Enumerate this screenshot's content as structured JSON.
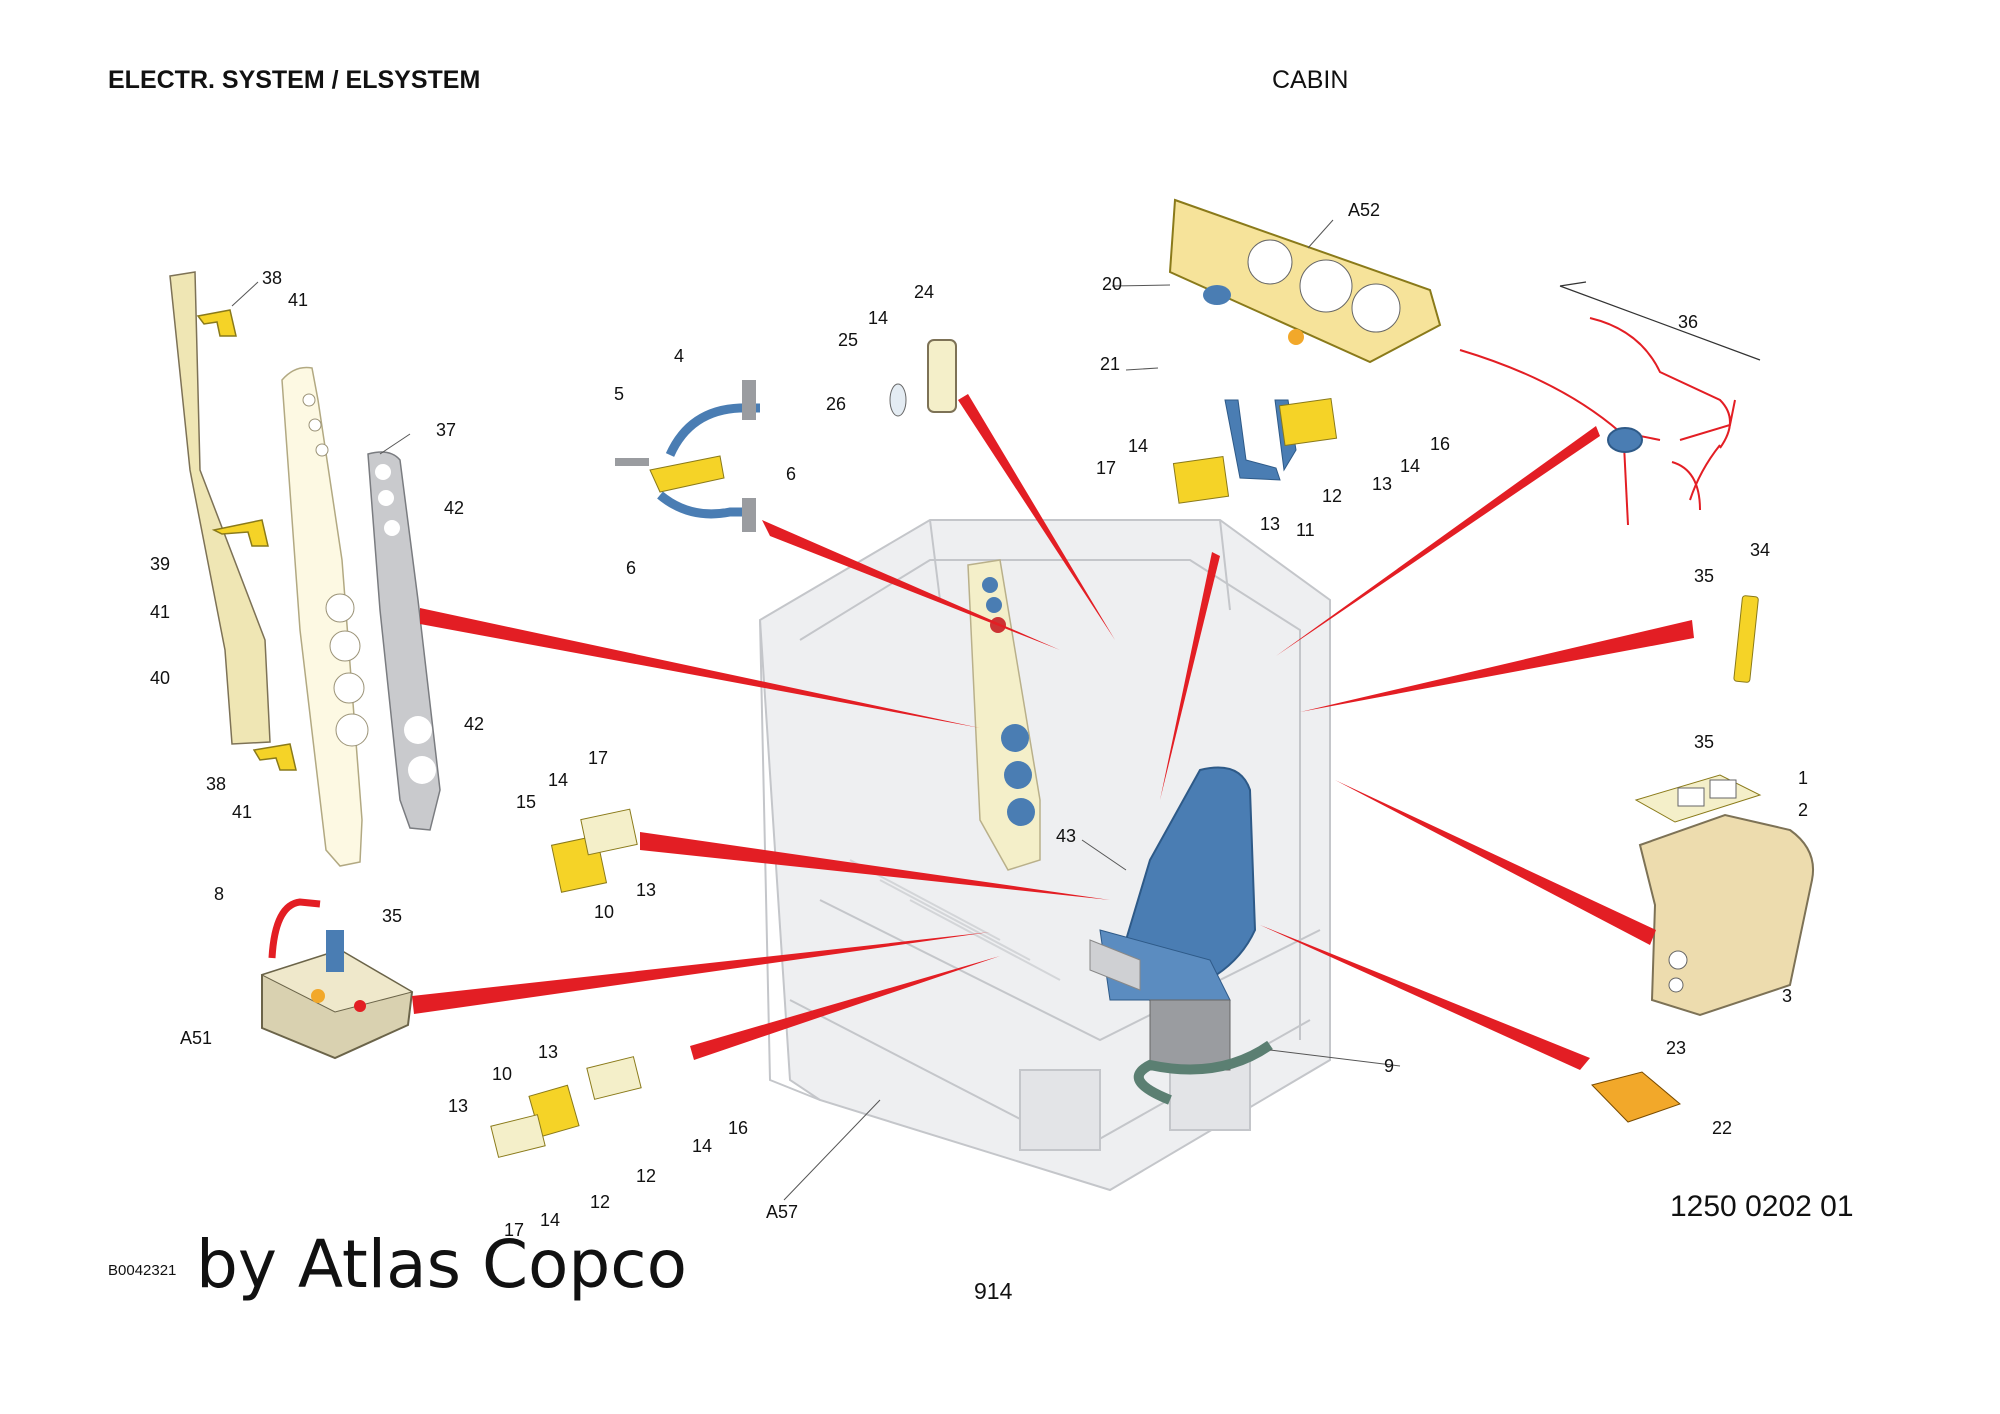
{
  "header": {
    "section_title": "ELECTR. SYSTEM / ELSYSTEM",
    "subsection": "CABIN"
  },
  "footer": {
    "drawing_number": "1250 0202 01",
    "image_code": "B0042321",
    "watermark": "by Atlas Copco",
    "page_number": "914"
  },
  "callouts": [
    "38",
    "41",
    "37",
    "42",
    "39",
    "41",
    "40",
    "42",
    "38",
    "41",
    "35",
    "4",
    "5",
    "6",
    "6",
    "24",
    "14",
    "25",
    "26",
    "A52",
    "20",
    "21",
    "14",
    "17",
    "16",
    "14",
    "12",
    "13",
    "13",
    "11",
    "36",
    "34",
    "35",
    "35",
    "1",
    "2",
    "3",
    "17",
    "14",
    "15",
    "13",
    "10",
    "43",
    "8",
    "A51",
    "13",
    "10",
    "13",
    "12",
    "12",
    "14",
    "16",
    "14",
    "17",
    "A57",
    "9",
    "23",
    "22"
  ],
  "colors": {
    "leader_red": "#e31e24",
    "part_yellow": "#f5d327",
    "panel_cream": "#f4efc9",
    "seat_blue": "#4a7db3",
    "frame_grey": "#e6e7ea",
    "part_grey": "#9a9ca0"
  }
}
